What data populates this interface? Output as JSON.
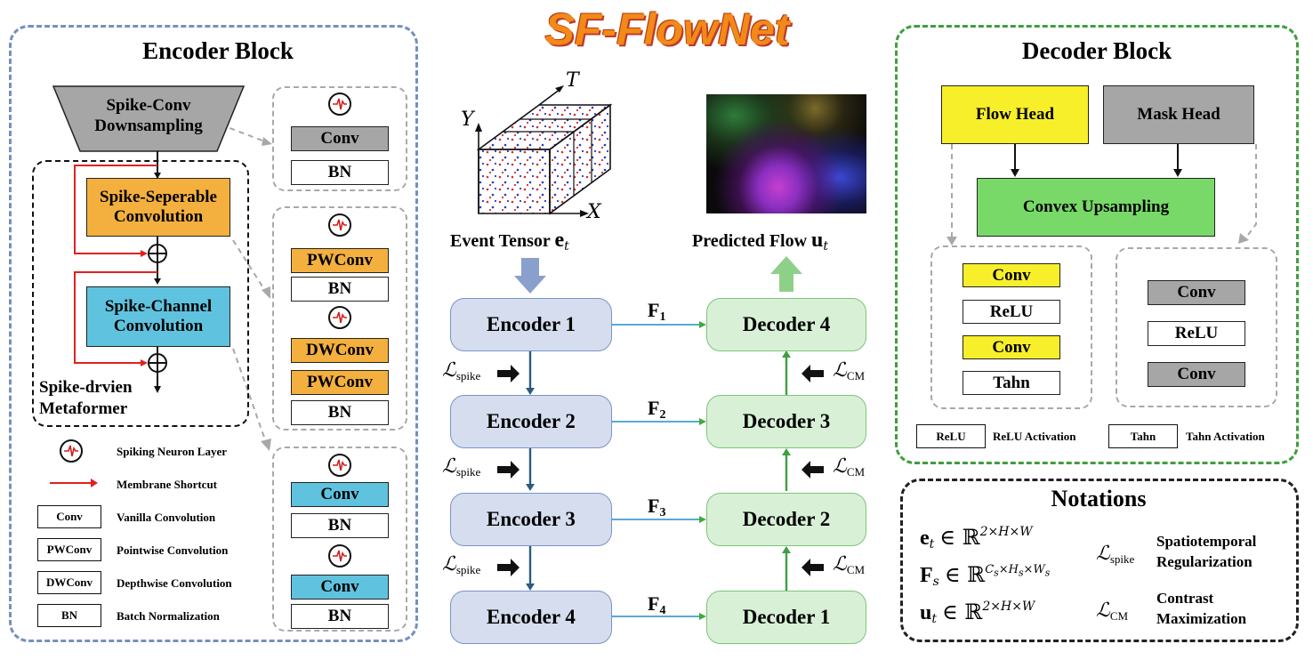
{
  "main_title": "SF-FlowNet",
  "encoder_block": {
    "title": "Encoder Block",
    "downsampling": "Spike-Conv Downsampling",
    "separable": "Spike-Seperable Convolution",
    "channel": "Spike-Channel Convolution",
    "metaformer": "Spike-drvien Metaformer",
    "group1": [
      "Conv",
      "BN"
    ],
    "group2a": [
      "PWConv",
      "BN"
    ],
    "group2b": [
      "DWConv",
      "PWConv",
      "BN"
    ],
    "group3a": [
      "Conv",
      "BN"
    ],
    "group3b": [
      "Conv",
      "BN"
    ]
  },
  "legend": {
    "items": [
      {
        "key": "",
        "label": "Spiking Neuron Layer"
      },
      {
        "key": "",
        "label": "Membrane Shortcut"
      },
      {
        "key": "Conv",
        "label": "Vanilla Convolution"
      },
      {
        "key": "PWConv",
        "label": "Pointwise Convolution"
      },
      {
        "key": "DWConv",
        "label": "Depthwise Convolution"
      },
      {
        "key": "BN",
        "label": "Batch Normalization"
      }
    ]
  },
  "center": {
    "event_tensor": "Event Tensor",
    "predicted_flow": "Predicted Flow",
    "axis_t": "T",
    "axis_x": "X",
    "axis_y": "Y",
    "encoders": [
      "Encoder 1",
      "Encoder 2",
      "Encoder 3",
      "Encoder 4"
    ],
    "decoders": [
      "Decoder 4",
      "Decoder 3",
      "Decoder 2",
      "Decoder 1"
    ],
    "features": [
      "F1",
      "F2",
      "F3",
      "F4"
    ],
    "loss_spike": "spike",
    "loss_cm": "CM"
  },
  "decoder_block": {
    "title": "Decoder Block",
    "flow_head": "Flow Head",
    "mask_head": "Mask Head",
    "convex": "Convex Upsampling",
    "flow_ops": [
      "Conv",
      "ReLU",
      "Conv",
      "Tahn"
    ],
    "mask_ops": [
      "Conv",
      "ReLU",
      "Conv"
    ],
    "legend_relu_key": "ReLU",
    "legend_relu": "ReLU Activation",
    "legend_tahn_key": "Tahn",
    "legend_tahn": "Tahn Activation"
  },
  "notations": {
    "title": "Notations",
    "spatio": "Spatiotemporal Regularization",
    "contrast": "Contrast Maximization"
  },
  "colors": {
    "encoder_frame": "#7590c0",
    "decoder_frame": "#3f9e3f",
    "shortcut": "#e02020",
    "grey": "#a6a6a6",
    "orange": "#f4b03e",
    "cyan": "#5fc3df",
    "yellow": "#f7ef2a",
    "green": "#78d969"
  }
}
